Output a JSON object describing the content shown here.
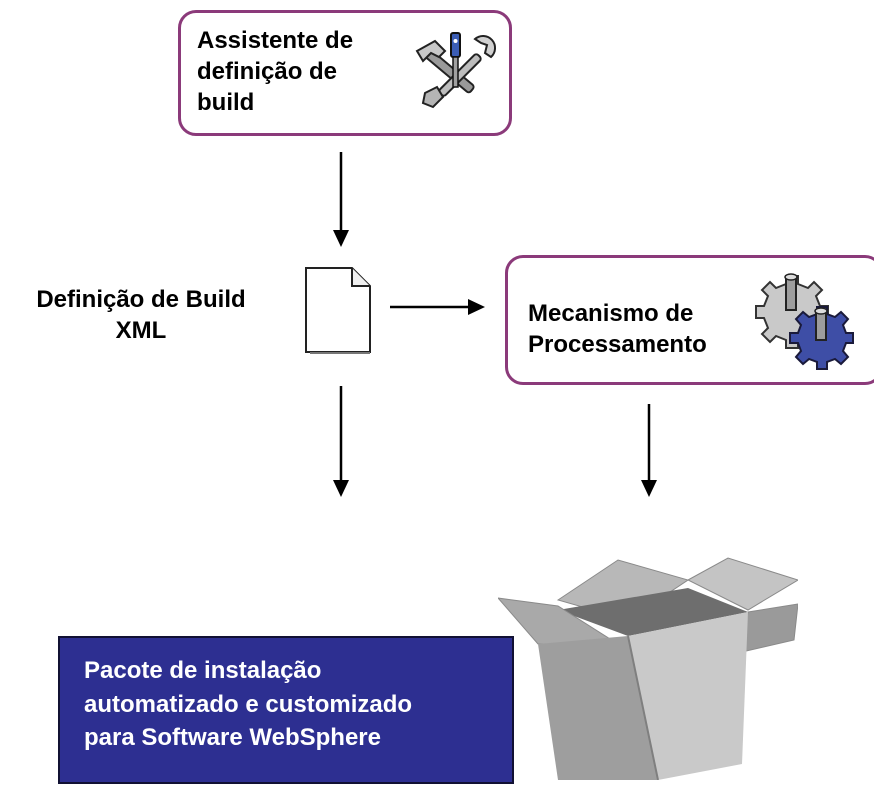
{
  "wizard": {
    "lines": [
      "Assistente de",
      "definição de",
      "build"
    ],
    "icon": "tools-icon"
  },
  "definition": {
    "lines": [
      "Definição de Build",
      "XML"
    ],
    "icon": "document-icon"
  },
  "engine": {
    "lines": [
      "Mecanismo de",
      "Processamento"
    ],
    "icon": "gears-icon"
  },
  "package": {
    "lines": [
      "Pacote de instalação",
      "automatizado e customizado",
      "para Software WebSphere"
    ],
    "icon": "box-icon"
  },
  "colors": {
    "node_border": "#8b3a7a",
    "package_fill": "#2d2f91",
    "text": "#000000",
    "package_text": "#ffffff"
  }
}
